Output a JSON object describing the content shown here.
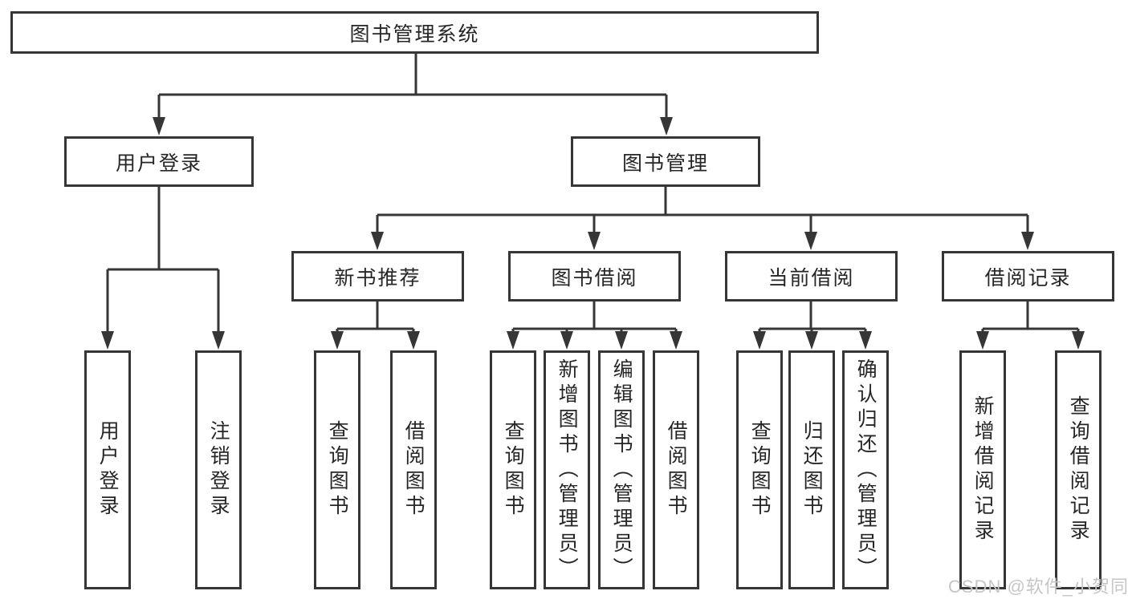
{
  "colors": {
    "line": "#363636",
    "box_border": "#363636",
    "text": "#262626",
    "watermark": "#c6c6c6",
    "background": "#ffffff"
  },
  "tree": {
    "root": {
      "label": "图书管理系统"
    },
    "user_login": {
      "label": "用户登录",
      "children": {
        "login": "用户登录",
        "logout": "注销登录"
      }
    },
    "book_management": {
      "label": "图书管理",
      "sections": {
        "new_book_recommend": {
          "label": "新书推荐",
          "children": {
            "query_books": "查询图书",
            "borrow_books": "借阅图书"
          }
        },
        "book_borrowing": {
          "label": "图书借阅",
          "children": {
            "query_books": "查询图书",
            "add_books": "新增图书（管理员）",
            "edit_books": "编辑图书（管理员）",
            "borrow_books": "借阅图书"
          }
        },
        "current_borrowing": {
          "label": "当前借阅",
          "children": {
            "query_books": "查询图书",
            "return_books": "归还图书",
            "confirm_return": "确认归还（管理员）"
          }
        },
        "borrowing_records": {
          "label": "借阅记录",
          "children": {
            "add_record": "新增借阅记录",
            "query_record": "查询借阅记录"
          }
        }
      }
    }
  },
  "watermark": {
    "text": "CSDN @软件_小贺同学"
  }
}
